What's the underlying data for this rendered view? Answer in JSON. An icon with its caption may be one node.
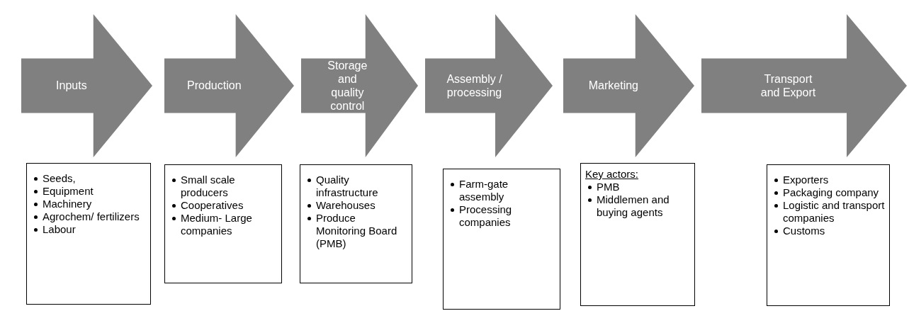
{
  "diagram": {
    "nodes": [
      {
        "text": [
          "Inputs"
        ]
      },
      {
        "text": [
          "Production"
        ]
      },
      {
        "text": [
          "Storage and quality control"
        ]
      },
      {
        "text": [
          "Assembly / processing"
        ]
      },
      {
        "text": [
          "Marketing"
        ]
      },
      {
        "text": [
          "Transport and Export"
        ]
      },
      {
        "text": [
          "Seeds,",
          "Equipment",
          "Machinery",
          "Agrochem/ fertilizers",
          "Labour"
        ]
      },
      {
        "text": [
          "Small scale producers",
          "Cooperatives",
          "Medium- Large companies"
        ]
      },
      {
        "text": [
          "Quality infrastructure",
          "Warehouses",
          "Produce Monitoring Board (PMB)"
        ]
      },
      {
        "text": [
          "Farm-gate assembly",
          "Processing companies"
        ]
      },
      {
        "text": [
          "Key actors:",
          "PMB",
          "Middlemen and buying agents"
        ]
      },
      {
        "text": [
          "Exporters",
          "Packaging company",
          "Logistic and transport companies",
          "Customs"
        ]
      }
    ],
    "edges": []
  }
}
